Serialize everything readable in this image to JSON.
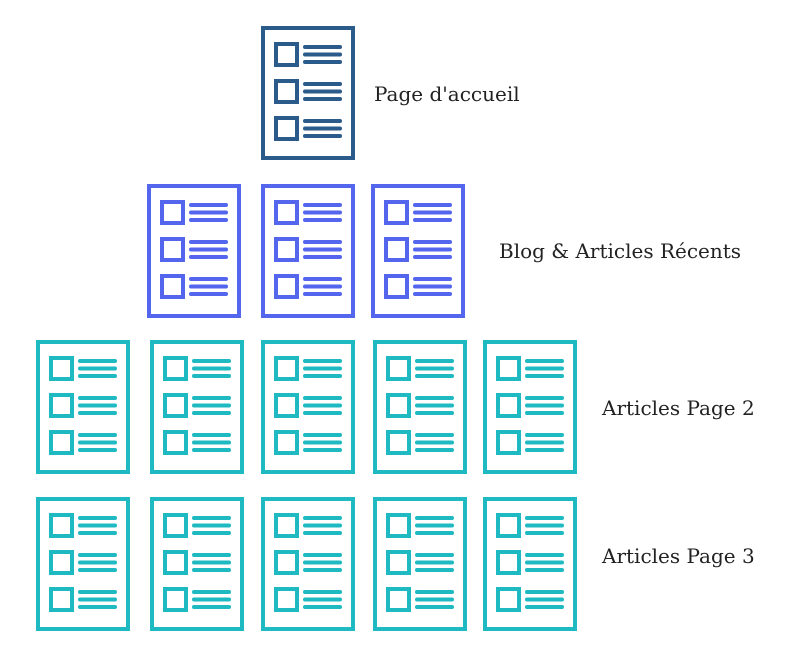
{
  "colors": {
    "background": "#ffffff",
    "text": "#222222",
    "home": "#2a5b8a",
    "blog": "#5566ee",
    "articles": "#1fb9c1"
  },
  "icon": "document-list-icon",
  "tiers": [
    {
      "label": "Page d'accueil",
      "color_key": "home",
      "page_count": 1
    },
    {
      "label": "Blog & Articles Récents",
      "color_key": "blog",
      "page_count": 3
    },
    {
      "label": "Articles Page 2",
      "color_key": "articles",
      "page_count": 5
    },
    {
      "label": "Articles Page 3",
      "color_key": "articles",
      "page_count": 5
    }
  ]
}
